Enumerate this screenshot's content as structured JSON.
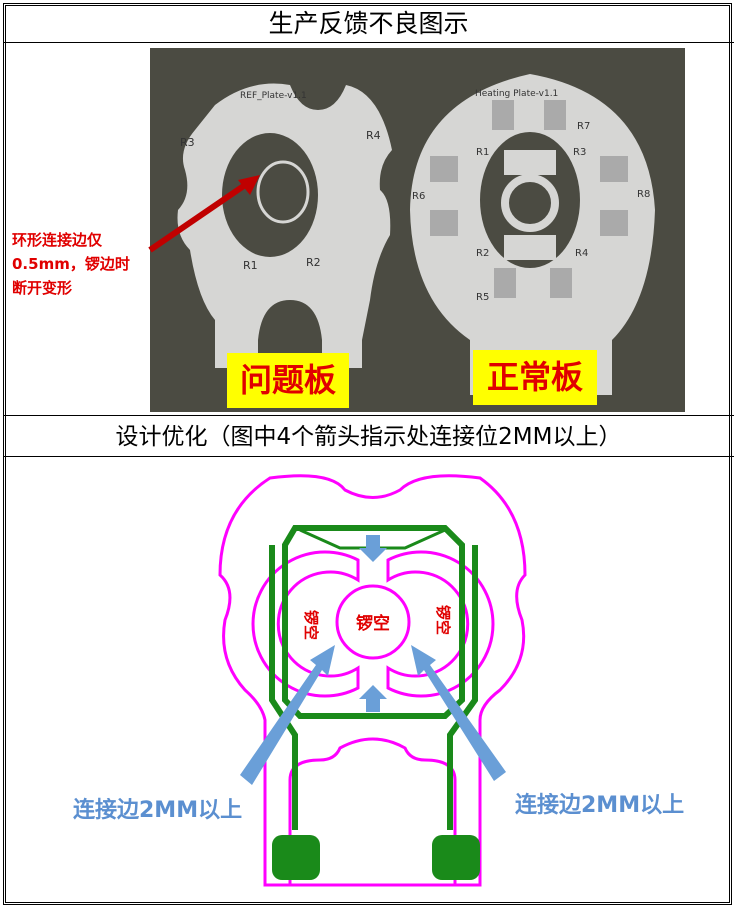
{
  "title": "生产反馈不良图示",
  "photo": {
    "annotation": [
      "环形连接边仅",
      "0.5mm，锣边时",
      "断开变形"
    ],
    "bad_label": "问题板",
    "good_label": "正常板",
    "bad_board": {
      "name": "REF_Plate-v1.1",
      "refs": [
        "R3",
        "R4",
        "R1",
        "R2"
      ]
    },
    "good_board": {
      "name": "Heating Plate-v1.1",
      "refs": [
        "R7",
        "R1",
        "R3",
        "R6",
        "R8",
        "R2",
        "R4",
        "R5"
      ]
    }
  },
  "subtitle": "设计优化（图中4个箭头指示处连接位2MM以上）",
  "diagram": {
    "center_label": "锣空",
    "left_label": "锣空",
    "right_label": "锣空",
    "callout_left": "连接边2MM以上",
    "callout_right": "连接边2MM以上",
    "colors": {
      "outline": "#ff00ff",
      "trace": "#1a8a1a",
      "arrow": "#6a9fd8",
      "label": "#e00000"
    }
  }
}
